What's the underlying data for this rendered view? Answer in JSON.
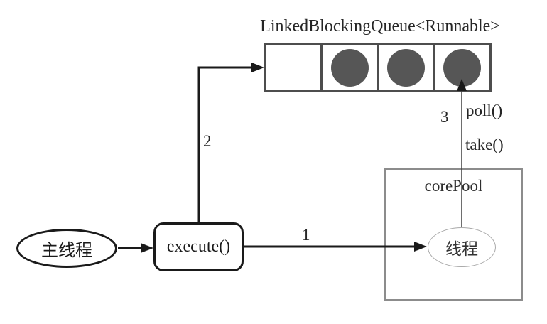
{
  "diagram": {
    "queue": {
      "title": "LinkedBlockingQueue<Runnable>",
      "cells": [
        "empty",
        "filled",
        "filled",
        "filled"
      ]
    },
    "nodes": {
      "main_thread": "主线程",
      "execute": "execute()",
      "core_pool": "corePool",
      "thread": "线程"
    },
    "edges": {
      "step1_label": "1",
      "step2_label": "2",
      "step3_label": "3",
      "poll_label": "poll()",
      "take_label": "take()"
    },
    "colors": {
      "stroke_black": "#1a1a1a",
      "queue_border": "#4d4d4d",
      "task_circle": "#565656",
      "core_pool_border": "#8c8c8c",
      "thread_ellipse_border": "#a9a9a9"
    }
  }
}
